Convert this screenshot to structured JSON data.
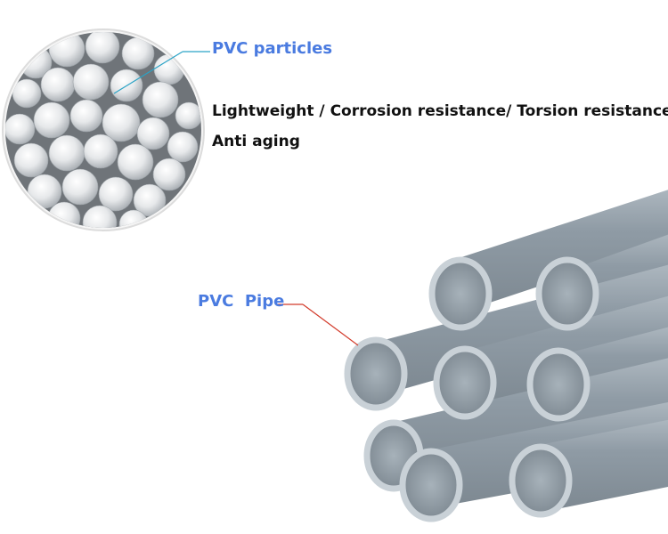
{
  "labels": {
    "particles": "PVC particles",
    "pipe": "PVC  Pipe"
  },
  "features": {
    "line1": "Lightweight / Corrosion resistance/ Torsion resistance",
    "line2": "Anti aging"
  },
  "colors": {
    "label_blue": "#4a7be0",
    "particles_leader": "#2aa3c6",
    "pipe_leader": "#d23a2a",
    "pipe_grey": "#8e9aa4",
    "pipe_inner": "#7f8b95"
  }
}
